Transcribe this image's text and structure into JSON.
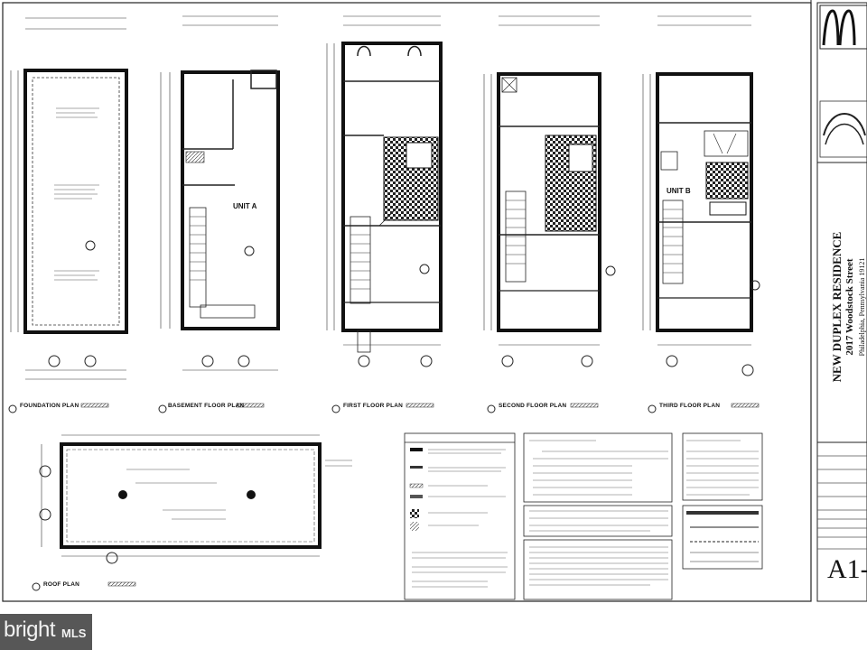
{
  "plans": [
    {
      "title": "FOUNDATION PLAN"
    },
    {
      "title": "BASEMENT FLOOR PLAN"
    },
    {
      "title": "FIRST FLOOR PLAN"
    },
    {
      "title": "SECOND FLOOR PLAN"
    },
    {
      "title": "THIRD FLOOR PLAN"
    },
    {
      "title": "ROOF PLAN"
    }
  ],
  "units": {
    "a": "UNIT A",
    "b": "UNIT B"
  },
  "title_block": {
    "project": "NEW DUPLEX RESIDENCE",
    "address": "2017 Woodstock Street",
    "city": "Philadelphia, Pennsylvania 19121",
    "sheet_number": "A1-"
  },
  "watermark": {
    "text": "bright",
    "suffix": "MLS"
  }
}
